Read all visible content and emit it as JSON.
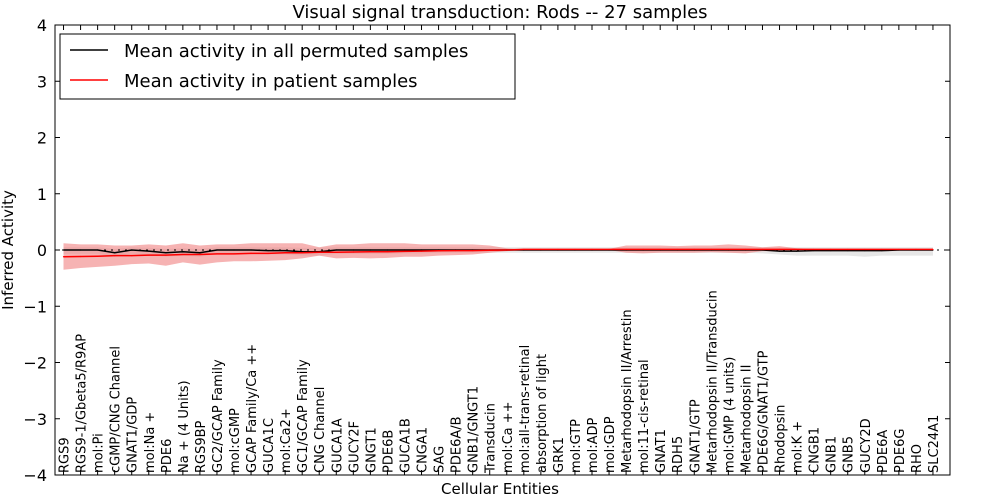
{
  "chart_data": {
    "type": "line",
    "title": "Visual signal transduction: Rods -- 27 samples",
    "xlabel": "Cellular Entities",
    "ylabel": "Inferred Activity",
    "ylim": [
      -4,
      4
    ],
    "yticks": [
      "−4",
      "−3",
      "−2",
      "−1",
      "0",
      "1",
      "2",
      "3",
      "4"
    ],
    "ytick_values": [
      -4,
      -3,
      -2,
      -1,
      0,
      1,
      2,
      3,
      4
    ],
    "grid": false,
    "legend_placement": "top-left",
    "categories": [
      "RGS9",
      "RGS9-1/Gbeta5/R9AP",
      "mol:Pi",
      "cGMP/CNG Channel",
      "GNAT1/GDP",
      "mol:Na +",
      "PDE6",
      "Na + (4 Units)",
      "RGS9BP",
      "GC2/GCAP Family",
      "mol:cGMP",
      "GCAP Family/Ca ++",
      "GUCA1C",
      "mol:Ca2+",
      "GC1/GCAP Family",
      "CNG Channel",
      "GUCA1A",
      "GUCY2F",
      "GNGT1",
      "PDE6B",
      "GUCA1B",
      "CNGA1",
      "SAG",
      "PDE6A/B",
      "GNB1/GNGT1",
      "Transducin",
      "mol:Ca ++",
      "mol:all-trans-retinal",
      "absorption of light",
      "GRK1",
      "mol:GTP",
      "mol:ADP",
      "mol:GDP",
      "Metarhodopsin II/Arrestin",
      "mol:11-cis-retinal",
      "GNAT1",
      "RDH5",
      "GNAT1/GTP",
      "Metarhodopsin II/Transducin",
      "mol:GMP (4 units)",
      "Metarhodopsin II",
      "PDE6G/GNAT1/GTP",
      "Rhodopsin",
      "mol:K +",
      "CNGB1",
      "GNB1",
      "GNB5",
      "GUCY2D",
      "PDE6A",
      "PDE6G",
      "RHO",
      "SLC24A1"
    ],
    "series": [
      {
        "name": "Mean activity in all permuted samples",
        "color": "#000000",
        "band_color": "#c8c8c8",
        "values": [
          0,
          0,
          0,
          -0.05,
          0,
          -0.02,
          -0.05,
          -0.03,
          -0.05,
          0,
          0,
          0,
          -0.01,
          -0.01,
          -0.03,
          -0.03,
          0,
          0,
          0,
          0,
          0,
          0,
          0,
          0,
          0,
          0,
          0,
          0,
          0,
          0,
          0,
          0,
          0,
          0,
          0,
          0,
          0,
          0,
          0,
          0,
          0,
          0,
          -0.02,
          -0.02,
          -0.01,
          -0.01,
          -0.01,
          -0.01,
          -0.01,
          0,
          0,
          0
        ],
        "lower": [
          -0.07,
          -0.07,
          -0.07,
          -0.12,
          -0.07,
          -0.09,
          -0.12,
          -0.1,
          -0.12,
          -0.07,
          -0.07,
          -0.07,
          -0.08,
          -0.08,
          -0.1,
          -0.1,
          -0.07,
          -0.07,
          -0.07,
          -0.07,
          -0.06,
          -0.06,
          -0.05,
          -0.05,
          -0.05,
          -0.05,
          -0.05,
          -0.05,
          -0.05,
          -0.05,
          -0.05,
          -0.05,
          -0.05,
          -0.05,
          -0.05,
          -0.05,
          -0.05,
          -0.05,
          -0.05,
          -0.05,
          -0.05,
          -0.06,
          -0.08,
          -0.1,
          -0.1,
          -0.1,
          -0.1,
          -0.12,
          -0.1,
          -0.1,
          -0.1,
          -0.1
        ],
        "upper": [
          0.05,
          0.05,
          0.05,
          0.02,
          0.05,
          0.04,
          0.02,
          0.03,
          0.02,
          0.05,
          0.05,
          0.05,
          0.05,
          0.05,
          0.04,
          0.04,
          0.05,
          0.05,
          0.05,
          0.05,
          0.05,
          0.05,
          0.05,
          0.05,
          0.05,
          0.05,
          0.05,
          0.05,
          0.05,
          0.05,
          0.05,
          0.05,
          0.05,
          0.05,
          0.05,
          0.05,
          0.05,
          0.05,
          0.05,
          0.05,
          0.05,
          0.05,
          0.05,
          0.05,
          0.05,
          0.05,
          0.05,
          0.05,
          0.05,
          0.05,
          0.05,
          0.05
        ]
      },
      {
        "name": "Mean activity in patient samples",
        "color": "#ff0000",
        "band_color": "#f08080",
        "values": [
          -0.12,
          -0.115,
          -0.11,
          -0.1,
          -0.1,
          -0.09,
          -0.09,
          -0.08,
          -0.08,
          -0.07,
          -0.07,
          -0.06,
          -0.06,
          -0.05,
          -0.05,
          -0.04,
          -0.04,
          -0.035,
          -0.03,
          -0.03,
          -0.025,
          -0.02,
          -0.015,
          -0.01,
          -0.01,
          -0.005,
          0,
          0.01,
          0.01,
          0.01,
          0.01,
          0.01,
          0.01,
          0.01,
          0.01,
          0.01,
          0.01,
          0.01,
          0.01,
          0.01,
          0.01,
          0.01,
          0.01,
          0.01,
          0.01,
          0.01,
          0.01,
          0.01,
          0.01,
          0.01,
          0.01,
          0.01
        ],
        "lower": [
          -0.35,
          -0.32,
          -0.3,
          -0.28,
          -0.25,
          -0.24,
          -0.28,
          -0.22,
          -0.26,
          -0.22,
          -0.2,
          -0.2,
          -0.19,
          -0.18,
          -0.15,
          -0.1,
          -0.15,
          -0.14,
          -0.15,
          -0.14,
          -0.12,
          -0.12,
          -0.1,
          -0.09,
          -0.08,
          -0.05,
          -0.02,
          0,
          0,
          0,
          0,
          0,
          0,
          -0.05,
          -0.06,
          -0.05,
          -0.05,
          -0.05,
          -0.04,
          -0.05,
          -0.06,
          -0.02,
          -0.02,
          0,
          0,
          0,
          0,
          0,
          0,
          0,
          0,
          0
        ],
        "upper": [
          0.12,
          0.1,
          0.1,
          0.08,
          0.08,
          0.1,
          0.08,
          0.12,
          0.08,
          0.1,
          0.1,
          0.12,
          0.12,
          0.12,
          0.12,
          0.05,
          0.1,
          0.1,
          0.12,
          0.12,
          0.12,
          0.1,
          0.1,
          0.1,
          0.1,
          0.08,
          0.03,
          0.02,
          0.02,
          0.02,
          0.02,
          0.02,
          0.02,
          0.08,
          0.08,
          0.08,
          0.07,
          0.08,
          0.08,
          0.1,
          0.08,
          0.05,
          0.07,
          0.03,
          0.02,
          0.02,
          0.02,
          0.02,
          0.02,
          0.02,
          0.02,
          0.02
        ]
      }
    ]
  }
}
